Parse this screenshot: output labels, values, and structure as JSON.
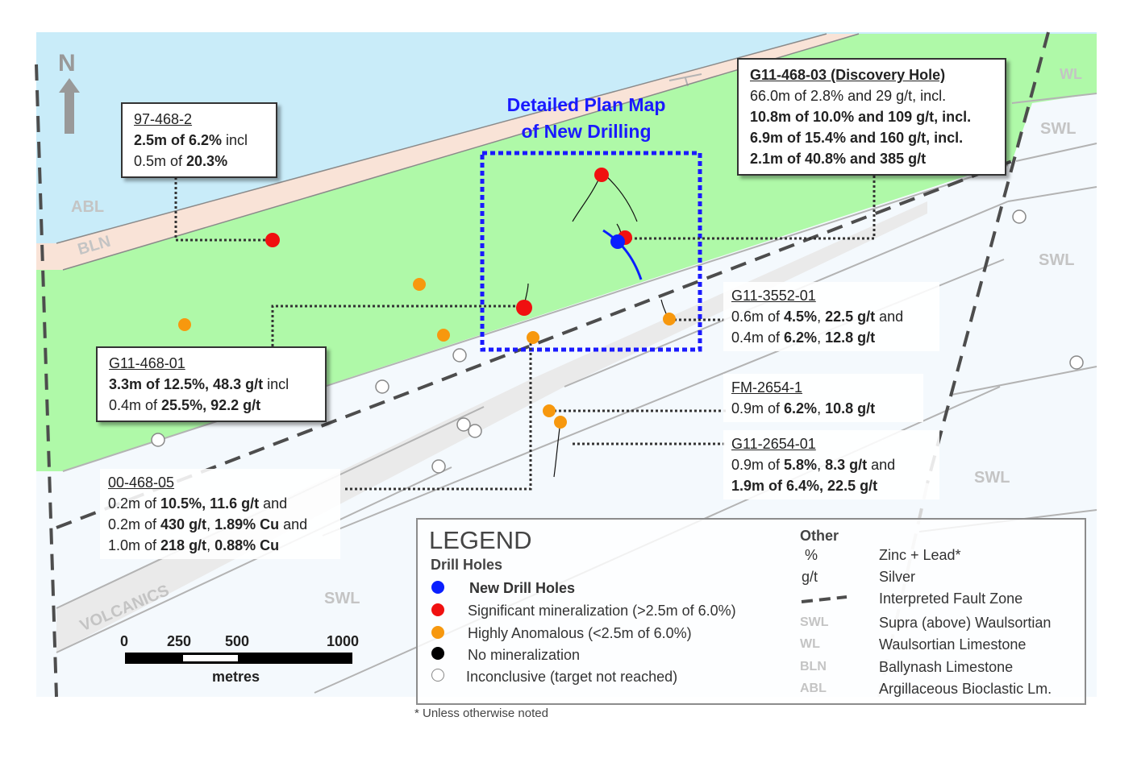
{
  "colors": {
    "abl": "#c9ecf9",
    "bln": "#f9e3d7",
    "wl": "#aff9a8",
    "swl": "#f4f9fd",
    "new_hole": "#0a1fff",
    "significant": "#f01010",
    "anomalous": "#f7980e",
    "no_mineral": "#000000",
    "inconclusive": "#ffffff",
    "fault": "#4d4d4d",
    "detail_box": "#1a1aff"
  },
  "map": {
    "north_label": "N",
    "detail_title_line1": "Detailed Plan Map",
    "detail_title_line2": "of New Drilling",
    "labels": {
      "abl": "ABL",
      "bln": "BLN",
      "wl": "WL",
      "swl_1": "SWL",
      "swl_2": "SWL",
      "swl_3": "SWL",
      "swl_4": "SWL",
      "volcanics": "VOLCANICS"
    },
    "scale": {
      "t0": "0",
      "t250": "250",
      "t500": "500",
      "t1000": "1000",
      "unit": "metres"
    }
  },
  "callouts": {
    "h97": {
      "title": "97-468-2",
      "l1a": "2.5m of 6.2%",
      "l1b": " incl",
      "l2a": "0.5m of ",
      "l2b": "20.3%"
    },
    "discovery": {
      "title": "G11-468-03 (Discovery Hole)",
      "l1": "66.0m of 2.8% and 29 g/t, incl.",
      "l2": "10.8m of 10.0% and 109 g/t, incl.",
      "l3": "6.9m of 15.4% and 160 g/t, incl.",
      "l4": "2.1m of 40.8% and 385 g/t"
    },
    "h01": {
      "title": "G11-468-01",
      "l1a": "3.3m of 12.5%, 48.3 g/t",
      "l1b": " incl",
      "l2a": "0.4m of ",
      "l2b": "25.5%, 92.2 g/t"
    },
    "h3552": {
      "title": "G11-3552-01",
      "l1a": "0.6m of ",
      "l1b": "4.5%",
      "l1c": ", ",
      "l1d": "22.5 g/t",
      "l1e": " and",
      "l2a": "0.4m of ",
      "l2b": "6.2%",
      "l2c": ", ",
      "l2d": "12.8 g/t"
    },
    "fm": {
      "title": "FM-2654-1",
      "l1a": "0.9m of ",
      "l1b": "6.2%",
      "l1c": ", ",
      "l1d": "10.8 g/t"
    },
    "h2654": {
      "title": "G11-2654-01",
      "l1a": "0.9m of ",
      "l1b": "5.8%",
      "l1c": ", ",
      "l1d": "8.3 g/t",
      "l1e": " and",
      "l2a": "1.9m of 6.4%, 22.5 g/t"
    },
    "h05": {
      "title": "00-468-05",
      "l1a": "0.2m of ",
      "l1b": "10.5%, 11.6 g/t",
      "l1c": " and",
      "l2a": "0.2m of ",
      "l2b": "430 g/t",
      "l2c": ", ",
      "l2d": "1.89% Cu",
      "l2e": " and",
      "l3a": "1.0m of ",
      "l3b": "218 g/t",
      "l3c": ", ",
      "l3d": "0.88% Cu"
    }
  },
  "legend": {
    "title": "LEGEND",
    "drill_heading": "Drill Holes",
    "new": "New Drill Holes",
    "significant": "Significant mineralization (>2.5m of 6.0%)",
    "anomalous": "Highly Anomalous (<2.5m of 6.0%)",
    "none": "No mineralization",
    "inconclusive": "Inconclusive (target not reached)",
    "other_heading": "Other",
    "pct_sym": "%",
    "pct_desc": "Zinc + Lead*",
    "gt_sym": "g/t",
    "gt_desc": "Silver",
    "fault_desc": "Interpreted Fault Zone",
    "swl_code": "SWL",
    "swl_desc": "Supra (above) Waulsortian",
    "wl_code": "WL",
    "wl_desc": "Waulsortian Limestone",
    "bln_code": "BLN",
    "bln_desc": "Ballynash Limestone",
    "abl_code": "ABL",
    "abl_desc": "Argillaceous Bioclastic Lm."
  },
  "footnote": "* Unless otherwise noted"
}
